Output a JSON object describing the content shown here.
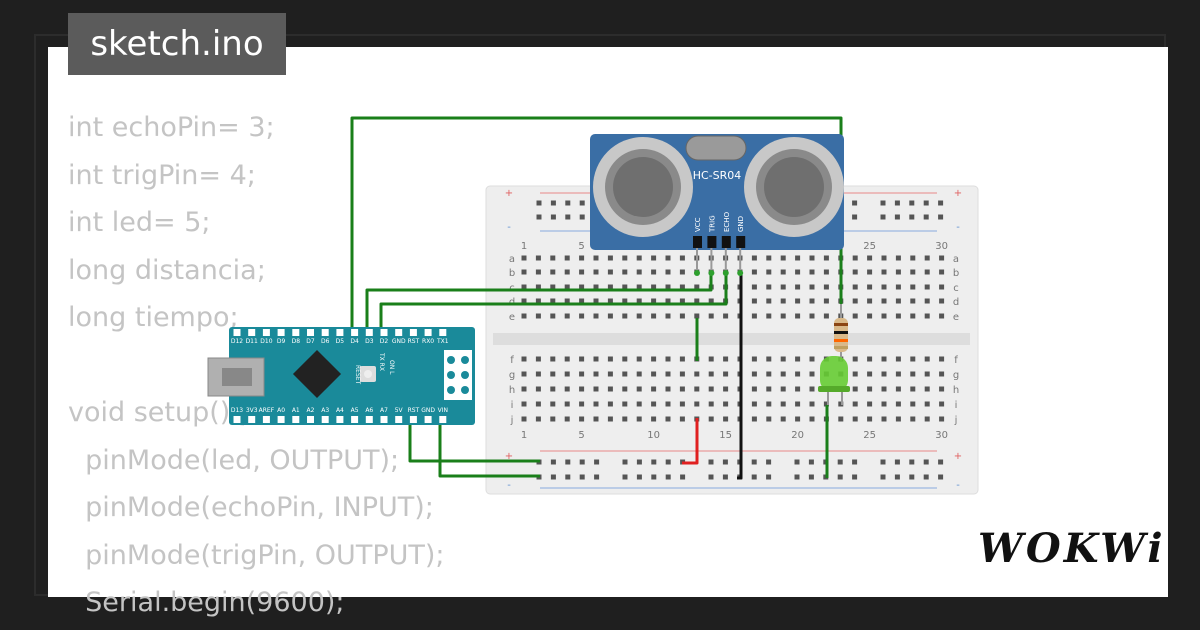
{
  "header": {
    "filename": "sketch.ino"
  },
  "code_lines": [
    "int echoPin= 3;",
    "int trigPin= 4;",
    "int led= 5;",
    "long distancia;",
    "long tiempo;",
    "",
    "void setup(){",
    "  pinMode(led, OUTPUT);",
    "  pinMode(echoPin, INPUT);",
    "  pinMode(trigPin, OUTPUT);",
    "  Serial.begin(9600);"
  ],
  "sensor": {
    "model": "HC-SR04",
    "pins": [
      "VCC",
      "TRIG",
      "ECHO",
      "GND"
    ]
  },
  "breadboard": {
    "row_letters": [
      "a",
      "b",
      "c",
      "d",
      "e",
      "f",
      "g",
      "h",
      "i",
      "j"
    ],
    "column_numbers": [
      "1",
      "5",
      "10",
      "15",
      "20",
      "25",
      "30"
    ],
    "rail_marks": [
      "+",
      "-"
    ]
  },
  "arduino": {
    "top_pins": [
      "D12",
      "D11",
      "D10",
      "D9",
      "D8",
      "D7",
      "D6",
      "D5",
      "D4",
      "D3",
      "D2",
      "GND",
      "RST",
      "RX0",
      "TX1"
    ],
    "bottom_pins": [
      "D13",
      "3V3",
      "AREF",
      "A0",
      "A1",
      "A2",
      "A3",
      "A4",
      "A5",
      "A6",
      "A7",
      "5V",
      "RST",
      "GND",
      "VIN"
    ],
    "labels": [
      "RESET",
      "TX RX",
      "ON L"
    ]
  },
  "brand": {
    "logo": "WOKWi"
  },
  "colors": {
    "wire": "#1a7f1a",
    "red_wire": "#e02020",
    "black_wire": "#111111",
    "arduino_board": "#1a8a9a",
    "sensor_board": "#3a6ea5",
    "led": "#66cc33"
  }
}
